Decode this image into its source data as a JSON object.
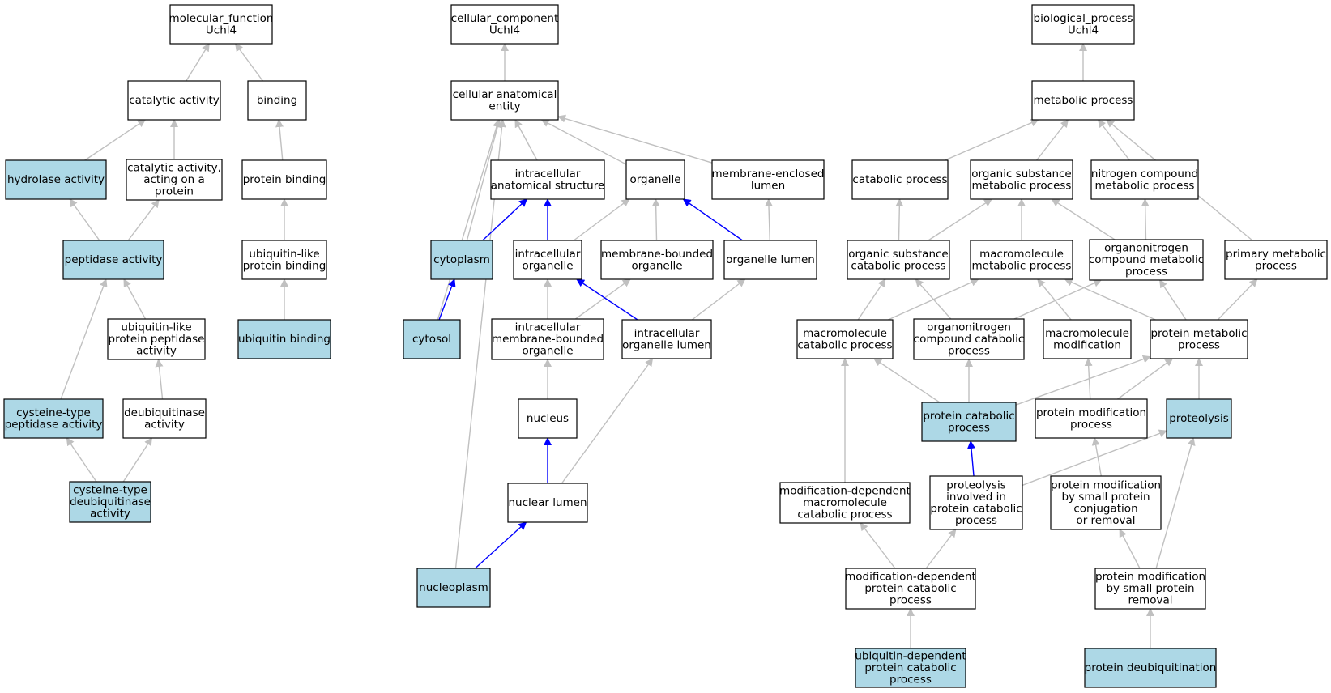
{
  "colors": {
    "node_fill": "#ffffff",
    "highlight_fill": "#add8e6",
    "border": "#000000",
    "edge_default": "#c0c0c0",
    "edge_highlight": "#0000ff"
  },
  "nodes": [
    {
      "id": "mf_root",
      "lines": [
        "molecular_function",
        "Uchl4"
      ],
      "highlight": false
    },
    {
      "id": "catalytic_activity",
      "lines": [
        "catalytic activity"
      ],
      "highlight": false
    },
    {
      "id": "binding",
      "lines": [
        "binding"
      ],
      "highlight": false
    },
    {
      "id": "hydrolase_activity",
      "lines": [
        "hydrolase activity"
      ],
      "highlight": true
    },
    {
      "id": "catalytic_activity_protein",
      "lines": [
        "catalytic activity,",
        "acting on a",
        "protein"
      ],
      "highlight": false
    },
    {
      "id": "protein_binding",
      "lines": [
        "protein binding"
      ],
      "highlight": false
    },
    {
      "id": "peptidase_activity",
      "lines": [
        "peptidase activity"
      ],
      "highlight": true
    },
    {
      "id": "ubiquitin_like_protein_binding",
      "lines": [
        "ubiquitin-like",
        "protein binding"
      ],
      "highlight": false
    },
    {
      "id": "ubiquitin_like_peptidase",
      "lines": [
        "ubiquitin-like",
        "protein peptidase",
        "activity"
      ],
      "highlight": false
    },
    {
      "id": "ubiquitin_binding",
      "lines": [
        "ubiquitin binding"
      ],
      "highlight": true
    },
    {
      "id": "cysteine_peptidase",
      "lines": [
        "cysteine-type",
        "peptidase activity"
      ],
      "highlight": true
    },
    {
      "id": "deubiquitinase_activity",
      "lines": [
        "deubiquitinase",
        "activity"
      ],
      "highlight": false
    },
    {
      "id": "cysteine_deubiquitinase",
      "lines": [
        "cysteine-type",
        "deubiquitinase",
        "activity"
      ],
      "highlight": true
    },
    {
      "id": "cc_root",
      "lines": [
        "cellular_component",
        "Uchl4"
      ],
      "highlight": false
    },
    {
      "id": "cellular_anatomical_entity",
      "lines": [
        "cellular anatomical",
        "entity"
      ],
      "highlight": false
    },
    {
      "id": "intracellular_anatomical_structure",
      "lines": [
        "intracellular",
        "anatomical structure"
      ],
      "highlight": false
    },
    {
      "id": "organelle",
      "lines": [
        "organelle"
      ],
      "highlight": false
    },
    {
      "id": "membrane_enclosed_lumen",
      "lines": [
        "membrane-enclosed",
        "lumen"
      ],
      "highlight": false
    },
    {
      "id": "cytoplasm",
      "lines": [
        "cytoplasm"
      ],
      "highlight": true
    },
    {
      "id": "intracellular_organelle",
      "lines": [
        "intracellular",
        "organelle"
      ],
      "highlight": false
    },
    {
      "id": "membrane_bounded_organelle",
      "lines": [
        "membrane-bounded",
        "organelle"
      ],
      "highlight": false
    },
    {
      "id": "organelle_lumen",
      "lines": [
        "organelle lumen"
      ],
      "highlight": false
    },
    {
      "id": "cytosol",
      "lines": [
        "cytosol"
      ],
      "highlight": true
    },
    {
      "id": "intracellular_membrane_bounded_organelle",
      "lines": [
        "intracellular",
        "membrane-bounded",
        "organelle"
      ],
      "highlight": false
    },
    {
      "id": "intracellular_organelle_lumen",
      "lines": [
        "intracellular",
        "organelle lumen"
      ],
      "highlight": false
    },
    {
      "id": "nucleus",
      "lines": [
        "nucleus"
      ],
      "highlight": false
    },
    {
      "id": "nuclear_lumen",
      "lines": [
        "nuclear lumen"
      ],
      "highlight": false
    },
    {
      "id": "nucleoplasm",
      "lines": [
        "nucleoplasm"
      ],
      "highlight": true
    },
    {
      "id": "bp_root",
      "lines": [
        "biological_process",
        "Uchl4"
      ],
      "highlight": false
    },
    {
      "id": "metabolic_process",
      "lines": [
        "metabolic process"
      ],
      "highlight": false
    },
    {
      "id": "catabolic_process",
      "lines": [
        "catabolic process"
      ],
      "highlight": false
    },
    {
      "id": "organic_substance_metabolic",
      "lines": [
        "organic substance",
        "metabolic process"
      ],
      "highlight": false
    },
    {
      "id": "nitrogen_compound_metabolic",
      "lines": [
        "nitrogen compound",
        "metabolic process"
      ],
      "highlight": false
    },
    {
      "id": "organic_substance_catabolic",
      "lines": [
        "organic substance",
        "catabolic process"
      ],
      "highlight": false
    },
    {
      "id": "macromolecule_metabolic",
      "lines": [
        "macromolecule",
        "metabolic process"
      ],
      "highlight": false
    },
    {
      "id": "organonitrogen_metabolic",
      "lines": [
        "organonitrogen",
        "compound metabolic",
        "process"
      ],
      "highlight": false
    },
    {
      "id": "primary_metabolic",
      "lines": [
        "primary metabolic",
        "process"
      ],
      "highlight": false
    },
    {
      "id": "macromolecule_catabolic",
      "lines": [
        "macromolecule",
        "catabolic process"
      ],
      "highlight": false
    },
    {
      "id": "organonitrogen_catabolic",
      "lines": [
        "organonitrogen",
        "compound catabolic",
        "process"
      ],
      "highlight": false
    },
    {
      "id": "macromolecule_modification",
      "lines": [
        "macromolecule",
        "modification"
      ],
      "highlight": false
    },
    {
      "id": "protein_metabolic",
      "lines": [
        "protein metabolic",
        "process"
      ],
      "highlight": false
    },
    {
      "id": "protein_catabolic",
      "lines": [
        "protein catabolic",
        "process"
      ],
      "highlight": true
    },
    {
      "id": "protein_modification_process",
      "lines": [
        "protein modification",
        "process"
      ],
      "highlight": false
    },
    {
      "id": "proteolysis",
      "lines": [
        "proteolysis"
      ],
      "highlight": true
    },
    {
      "id": "modification_dependent_macromolecule_catabolic",
      "lines": [
        "modification-dependent",
        "macromolecule",
        "catabolic process"
      ],
      "highlight": false
    },
    {
      "id": "proteolysis_involved_catabolic",
      "lines": [
        "proteolysis",
        "involved in",
        "protein catabolic",
        "process"
      ],
      "highlight": false
    },
    {
      "id": "protein_modification_small_conjugation",
      "lines": [
        "protein modification",
        "by small protein",
        "conjugation",
        "or removal"
      ],
      "highlight": false
    },
    {
      "id": "modification_dependent_protein_catabolic",
      "lines": [
        "modification-dependent",
        "protein catabolic",
        "process"
      ],
      "highlight": false
    },
    {
      "id": "protein_modification_small_removal",
      "lines": [
        "protein modification",
        "by small protein",
        "removal"
      ],
      "highlight": false
    },
    {
      "id": "ubiquitin_dependent_protein_catabolic",
      "lines": [
        "ubiquitin-dependent",
        "protein catabolic",
        "process"
      ],
      "highlight": true
    },
    {
      "id": "protein_deubiquitination",
      "lines": [
        "protein deubiquitination"
      ],
      "highlight": true
    }
  ],
  "edges": [
    {
      "from": "catalytic_activity",
      "to": "mf_root",
      "highlight": false
    },
    {
      "from": "binding",
      "to": "mf_root",
      "highlight": false
    },
    {
      "from": "hydrolase_activity",
      "to": "catalytic_activity",
      "highlight": false
    },
    {
      "from": "catalytic_activity_protein",
      "to": "catalytic_activity",
      "highlight": false
    },
    {
      "from": "protein_binding",
      "to": "binding",
      "highlight": false
    },
    {
      "from": "peptidase_activity",
      "to": "hydrolase_activity",
      "highlight": false
    },
    {
      "from": "peptidase_activity",
      "to": "catalytic_activity_protein",
      "highlight": false
    },
    {
      "from": "ubiquitin_like_protein_binding",
      "to": "protein_binding",
      "highlight": false
    },
    {
      "from": "ubiquitin_like_peptidase",
      "to": "peptidase_activity",
      "highlight": false
    },
    {
      "from": "ubiquitin_binding",
      "to": "ubiquitin_like_protein_binding",
      "highlight": false
    },
    {
      "from": "cysteine_peptidase",
      "to": "peptidase_activity",
      "highlight": false
    },
    {
      "from": "deubiquitinase_activity",
      "to": "ubiquitin_like_peptidase",
      "highlight": false
    },
    {
      "from": "cysteine_deubiquitinase",
      "to": "cysteine_peptidase",
      "highlight": false
    },
    {
      "from": "cysteine_deubiquitinase",
      "to": "deubiquitinase_activity",
      "highlight": false
    },
    {
      "from": "cellular_anatomical_entity",
      "to": "cc_root",
      "highlight": false
    },
    {
      "from": "intracellular_anatomical_structure",
      "to": "cellular_anatomical_entity",
      "highlight": false
    },
    {
      "from": "organelle",
      "to": "cellular_anatomical_entity",
      "highlight": false
    },
    {
      "from": "membrane_enclosed_lumen",
      "to": "cellular_anatomical_entity",
      "highlight": false
    },
    {
      "from": "cytoplasm",
      "to": "cellular_anatomical_entity",
      "highlight": false
    },
    {
      "from": "cytosol",
      "to": "cellular_anatomical_entity",
      "highlight": false
    },
    {
      "from": "nucleoplasm",
      "to": "cellular_anatomical_entity",
      "highlight": false
    },
    {
      "from": "cytoplasm",
      "to": "intracellular_anatomical_structure",
      "highlight": true
    },
    {
      "from": "intracellular_organelle",
      "to": "intracellular_anatomical_structure",
      "highlight": true
    },
    {
      "from": "intracellular_organelle",
      "to": "organelle",
      "highlight": false
    },
    {
      "from": "membrane_bounded_organelle",
      "to": "organelle",
      "highlight": false
    },
    {
      "from": "organelle_lumen",
      "to": "organelle",
      "highlight": true
    },
    {
      "from": "organelle_lumen",
      "to": "membrane_enclosed_lumen",
      "highlight": false
    },
    {
      "from": "cytosol",
      "to": "cytoplasm",
      "highlight": true
    },
    {
      "from": "intracellular_membrane_bounded_organelle",
      "to": "intracellular_organelle",
      "highlight": false
    },
    {
      "from": "intracellular_membrane_bounded_organelle",
      "to": "membrane_bounded_organelle",
      "highlight": false
    },
    {
      "from": "intracellular_organelle_lumen",
      "to": "intracellular_organelle",
      "highlight": true
    },
    {
      "from": "intracellular_organelle_lumen",
      "to": "organelle_lumen",
      "highlight": false
    },
    {
      "from": "nucleus",
      "to": "intracellular_membrane_bounded_organelle",
      "highlight": false
    },
    {
      "from": "nuclear_lumen",
      "to": "nucleus",
      "highlight": true
    },
    {
      "from": "nuclear_lumen",
      "to": "intracellular_organelle_lumen",
      "highlight": false
    },
    {
      "from": "nucleoplasm",
      "to": "nuclear_lumen",
      "highlight": true
    },
    {
      "from": "metabolic_process",
      "to": "bp_root",
      "highlight": false
    },
    {
      "from": "catabolic_process",
      "to": "metabolic_process",
      "highlight": false
    },
    {
      "from": "organic_substance_metabolic",
      "to": "metabolic_process",
      "highlight": false
    },
    {
      "from": "nitrogen_compound_metabolic",
      "to": "metabolic_process",
      "highlight": false
    },
    {
      "from": "primary_metabolic",
      "to": "metabolic_process",
      "highlight": false
    },
    {
      "from": "organic_substance_catabolic",
      "to": "catabolic_process",
      "highlight": false
    },
    {
      "from": "organic_substance_catabolic",
      "to": "organic_substance_metabolic",
      "highlight": false
    },
    {
      "from": "macromolecule_metabolic",
      "to": "organic_substance_metabolic",
      "highlight": false
    },
    {
      "from": "organonitrogen_metabolic",
      "to": "organic_substance_metabolic",
      "highlight": false
    },
    {
      "from": "organonitrogen_metabolic",
      "to": "nitrogen_compound_metabolic",
      "highlight": false
    },
    {
      "from": "macromolecule_catabolic",
      "to": "organic_substance_catabolic",
      "highlight": false
    },
    {
      "from": "macromolecule_catabolic",
      "to": "macromolecule_metabolic",
      "highlight": false
    },
    {
      "from": "organonitrogen_catabolic",
      "to": "organic_substance_catabolic",
      "highlight": false
    },
    {
      "from": "organonitrogen_catabolic",
      "to": "organonitrogen_metabolic",
      "highlight": false
    },
    {
      "from": "macromolecule_modification",
      "to": "macromolecule_metabolic",
      "highlight": false
    },
    {
      "from": "protein_metabolic",
      "to": "macromolecule_metabolic",
      "highlight": false
    },
    {
      "from": "protein_metabolic",
      "to": "organonitrogen_metabolic",
      "highlight": false
    },
    {
      "from": "protein_metabolic",
      "to": "primary_metabolic",
      "highlight": false
    },
    {
      "from": "protein_catabolic",
      "to": "macromolecule_catabolic",
      "highlight": false
    },
    {
      "from": "protein_catabolic",
      "to": "organonitrogen_catabolic",
      "highlight": false
    },
    {
      "from": "protein_catabolic",
      "to": "protein_metabolic",
      "highlight": false
    },
    {
      "from": "protein_modification_process",
      "to": "macromolecule_modification",
      "highlight": false
    },
    {
      "from": "protein_modification_process",
      "to": "protein_metabolic",
      "highlight": false
    },
    {
      "from": "proteolysis",
      "to": "protein_metabolic",
      "highlight": false
    },
    {
      "from": "modification_dependent_macromolecule_catabolic",
      "to": "macromolecule_catabolic",
      "highlight": false
    },
    {
      "from": "proteolysis_involved_catabolic",
      "to": "protein_catabolic",
      "highlight": true
    },
    {
      "from": "proteolysis_involved_catabolic",
      "to": "proteolysis",
      "highlight": false
    },
    {
      "from": "protein_modification_small_conjugation",
      "to": "protein_modification_process",
      "highlight": false
    },
    {
      "from": "modification_dependent_protein_catabolic",
      "to": "modification_dependent_macromolecule_catabolic",
      "highlight": false
    },
    {
      "from": "modification_dependent_protein_catabolic",
      "to": "proteolysis_involved_catabolic",
      "highlight": false
    },
    {
      "from": "protein_modification_small_removal",
      "to": "protein_modification_small_conjugation",
      "highlight": false
    },
    {
      "from": "protein_modification_small_removal",
      "to": "proteolysis",
      "highlight": false
    },
    {
      "from": "ubiquitin_dependent_protein_catabolic",
      "to": "modification_dependent_protein_catabolic",
      "highlight": false
    },
    {
      "from": "protein_deubiquitination",
      "to": "protein_modification_small_removal",
      "highlight": false
    }
  ]
}
